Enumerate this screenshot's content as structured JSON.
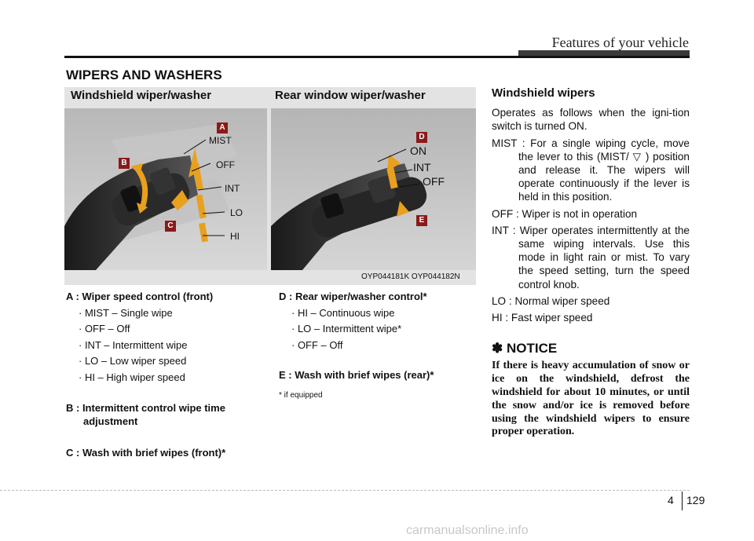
{
  "header": {
    "title": "Features of your vehicle"
  },
  "section": {
    "title": "WIPERS AND WASHERS"
  },
  "figure": {
    "left_heading": "Windshield wiper/washer",
    "right_heading": "Rear window wiper/washer",
    "caption": "OYP044181K OYP044182N",
    "left_labels": {
      "mist": "MIST",
      "off": "OFF",
      "int": "INT",
      "lo": "LO",
      "hi": "HI"
    },
    "right_labels": {
      "on": "ON",
      "int": "INT",
      "off": "OFF"
    },
    "letters": {
      "a": "A",
      "b": "B",
      "c": "C",
      "d": "D",
      "e": "E"
    }
  },
  "left_list": {
    "a_title": "A : Wiper speed control (front)",
    "a_items": [
      "· MIST – Single wipe",
      "· OFF – Off",
      "· INT – Intermittent wipe",
      "· LO – Low wiper speed",
      "· HI – High wiper speed"
    ],
    "b_title": "B : Intermittent control wipe time",
    "b_title_cont": "adjustment",
    "c_title": "C : Wash with brief wipes (front)*"
  },
  "mid_list": {
    "d_title": "D : Rear wiper/washer control*",
    "d_items": [
      "· HI – Continuous wipe",
      "· LO – Intermittent wipe*",
      "· OFF – Off"
    ],
    "e_title": "E : Wash with brief wipes (rear)*",
    "footnote": "* if equipped"
  },
  "right_col": {
    "heading": "Windshield wipers",
    "intro": "Operates as follows when the igni-tion switch is turned ON.",
    "mist_a": "MIST : For a single wiping cycle, move the lever to this (MIST/",
    "mist_b": ") position and release it. The wipers will operate continuously if the lever is held in this position.",
    "off": "OFF : Wiper is not in operation",
    "int": "INT : Wiper operates intermittently at the same wiping intervals. Use this mode in light rain or mist. To vary the speed setting, turn the speed control knob.",
    "lo": "LO : Normal wiper speed",
    "hi": "HI : Fast wiper speed",
    "notice_head": "✽ NOTICE",
    "notice_body": "If there is heavy accumulation of snow or ice on the windshield, defrost the windshield for about 10 minutes, or until the snow and/or ice is removed before using the windshield wipers to ensure proper operation."
  },
  "footer": {
    "section": "4",
    "page": "129",
    "watermark": "carmanualsonline.info"
  }
}
